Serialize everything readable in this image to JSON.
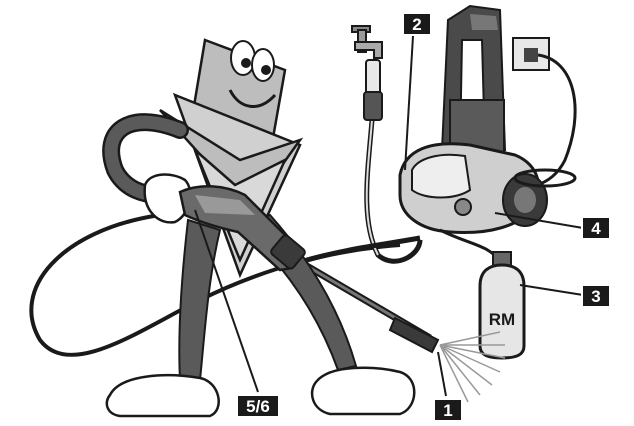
{
  "callouts": {
    "nozzle": "1",
    "machine": "2",
    "detergent": "3",
    "switch": "4",
    "gun": "5/6"
  },
  "bottle_label": "RM",
  "colors": {
    "outline": "#1a1a1a",
    "mascot_gray": "#bdbdbd",
    "mascot_light": "#d9d9d9",
    "machine_dark": "#4a4a4a",
    "machine_light": "#cfcfcf",
    "legs": "#5a5a5a"
  }
}
